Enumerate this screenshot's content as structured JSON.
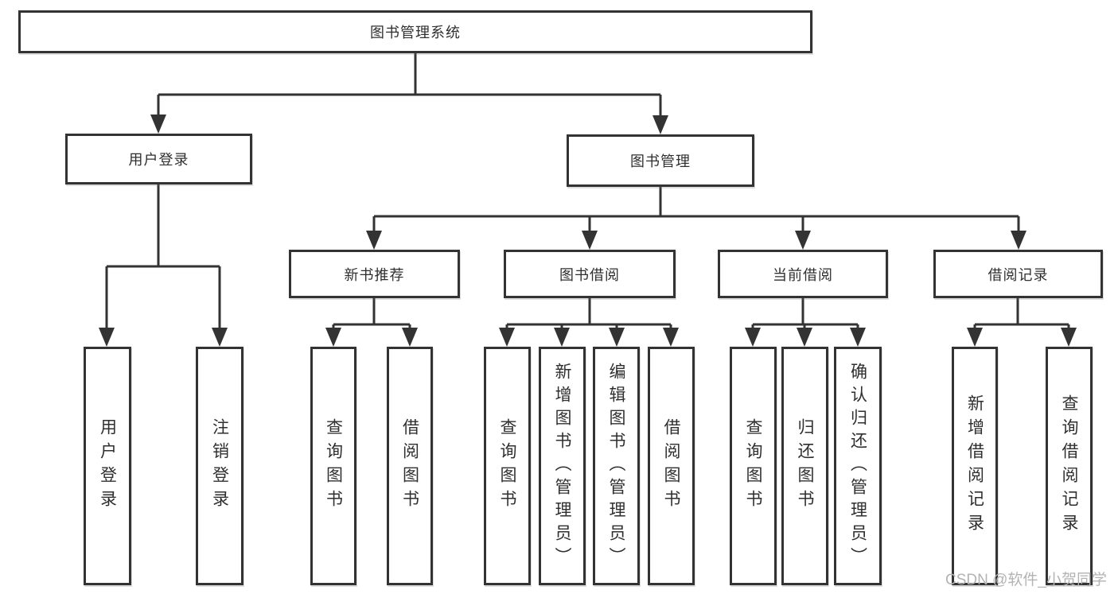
{
  "nodes": {
    "root": "图书管理系统",
    "level2": [
      "用户登录",
      "图书管理"
    ],
    "level3": [
      "新书推荐",
      "图书借阅",
      "当前借阅",
      "借阅记录"
    ]
  },
  "leaves": {
    "login": [
      "用户登录",
      "注销登录"
    ],
    "new_book": [
      "查询图书",
      "借阅图书"
    ],
    "book_borrow": [
      "查询图书",
      "新增图书（管理员）",
      "编辑图书（管理员）",
      "借阅图书"
    ],
    "current": [
      "查询图书",
      "归还图书",
      "确认归还（管理员）"
    ],
    "records": [
      "新增借阅记录",
      "查询借阅记录"
    ]
  },
  "watermark": "CSDN @软件_小贺同学",
  "colors": {
    "line": "#333333",
    "text": "#2f2f2f",
    "watermark": "#b3b3b3",
    "background": "#ffffff"
  }
}
